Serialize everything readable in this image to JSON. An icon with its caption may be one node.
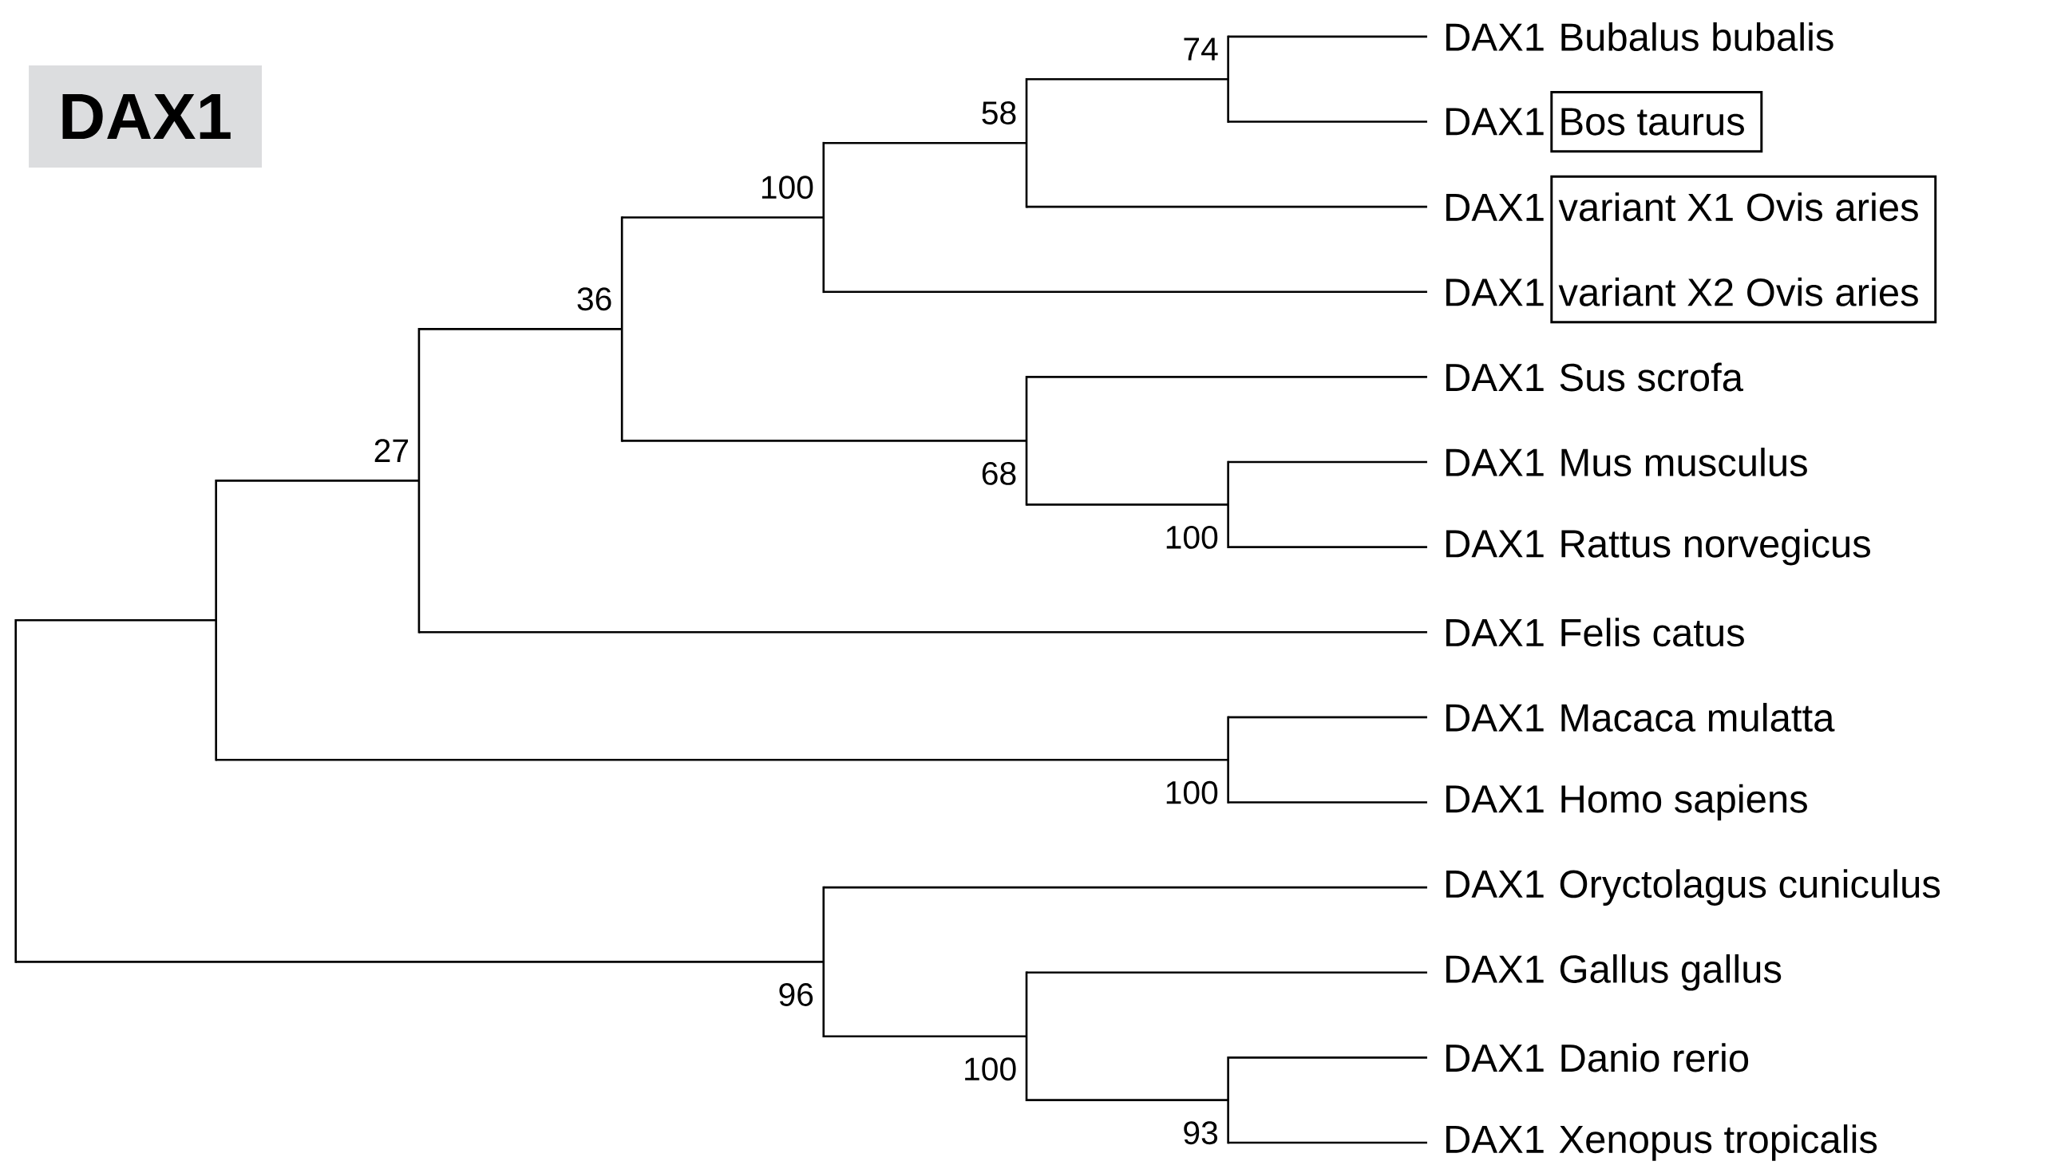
{
  "diagram": {
    "title": "DAX1",
    "nodes": [
      {
        "text": [
          "DAX1",
          "Bubalus bubalis"
        ]
      },
      {
        "text": [
          "DAX1",
          "Bos taurus"
        ]
      },
      {
        "text": [
          "DAX1",
          "variant X1 Ovis aries"
        ]
      },
      {
        "text": [
          "DAX1",
          "variant X2 Ovis aries"
        ]
      },
      {
        "text": [
          "DAX1",
          "Sus scrofa"
        ]
      },
      {
        "text": [
          "DAX1",
          "Mus musculus"
        ]
      },
      {
        "text": [
          "DAX1",
          "Rattus norvegicus"
        ]
      },
      {
        "text": [
          "DAX1",
          "Felis catus"
        ]
      },
      {
        "text": [
          "DAX1",
          "Macaca mulatta"
        ]
      },
      {
        "text": [
          "DAX1",
          "Homo sapiens"
        ]
      },
      {
        "text": [
          "DAX1",
          "Oryctolagus cuniculus"
        ]
      },
      {
        "text": [
          "DAX1",
          "Gallus gallus"
        ]
      },
      {
        "text": [
          "DAX1",
          "Danio rerio"
        ]
      },
      {
        "text": [
          "DAX1",
          "Xenopus tropicalis"
        ]
      },
      {
        "text": [],
        "shape": "bar"
      },
      {
        "text": [],
        "shape": "bar"
      },
      {
        "text": [],
        "shape": "bar",
        "beside": [
          "27"
        ]
      },
      {
        "text": [],
        "shape": "bar",
        "beside": [
          "36"
        ]
      },
      {
        "text": [],
        "shape": "bar",
        "beside": [
          "100"
        ]
      },
      {
        "text": [],
        "shape": "bar",
        "beside": [
          "58"
        ]
      },
      {
        "text": [],
        "shape": "bar",
        "beside": [
          "74"
        ]
      },
      {
        "text": [],
        "shape": "bar",
        "beside": [
          "68"
        ]
      },
      {
        "text": [],
        "shape": "bar",
        "beside": [
          "100"
        ]
      },
      {
        "text": [],
        "shape": "bar",
        "beside": [
          "100"
        ]
      },
      {
        "text": [],
        "shape": "bar",
        "beside": [
          "96"
        ]
      },
      {
        "text": [],
        "shape": "bar",
        "beside": [
          "100"
        ]
      },
      {
        "text": [],
        "shape": "bar",
        "beside": [
          "93"
        ]
      }
    ],
    "edges": [
      {
        "from": 14,
        "to": 15,
        "arrow": "none"
      },
      {
        "from": 14,
        "to": 24,
        "arrow": "none"
      },
      {
        "from": 15,
        "to": 16,
        "arrow": "none"
      },
      {
        "from": 15,
        "to": 23,
        "arrow": "none"
      },
      {
        "from": 16,
        "to": 17,
        "arrow": "none"
      },
      {
        "from": 16,
        "to": 7,
        "arrow": "none"
      },
      {
        "from": 17,
        "to": 18,
        "arrow": "none"
      },
      {
        "from": 17,
        "to": 21,
        "arrow": "none"
      },
      {
        "from": 18,
        "to": 19,
        "arrow": "none"
      },
      {
        "from": 18,
        "to": 3,
        "arrow": "none"
      },
      {
        "from": 19,
        "to": 20,
        "arrow": "none"
      },
      {
        "from": 19,
        "to": 2,
        "arrow": "none"
      },
      {
        "from": 20,
        "to": 0,
        "arrow": "none"
      },
      {
        "from": 20,
        "to": 1,
        "arrow": "none"
      },
      {
        "from": 21,
        "to": 4,
        "arrow": "none"
      },
      {
        "from": 21,
        "to": 22,
        "arrow": "none"
      },
      {
        "from": 22,
        "to": 5,
        "arrow": "none"
      },
      {
        "from": 22,
        "to": 6,
        "arrow": "none"
      },
      {
        "from": 23,
        "to": 8,
        "arrow": "none"
      },
      {
        "from": 23,
        "to": 9,
        "arrow": "none"
      },
      {
        "from": 24,
        "to": 10,
        "arrow": "none"
      },
      {
        "from": 24,
        "to": 25,
        "arrow": "none"
      },
      {
        "from": 25,
        "to": 11,
        "arrow": "none"
      },
      {
        "from": 25,
        "to": 26,
        "arrow": "none"
      },
      {
        "from": 26,
        "to": 12,
        "arrow": "none"
      },
      {
        "from": 26,
        "to": 13,
        "arrow": "none"
      }
    ]
  }
}
